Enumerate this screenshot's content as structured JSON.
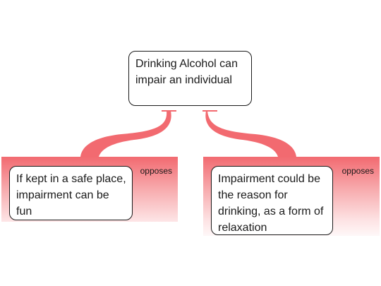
{
  "diagram": {
    "claim": {
      "text": "Drinking Alcohol can impair an individual"
    },
    "objections": [
      {
        "relation": "opposes",
        "text": "If kept in a safe place, impairment can be fun"
      },
      {
        "relation": "opposes",
        "text": "Impairment could be the reason for drinking, as a form of relaxation"
      }
    ],
    "colors": {
      "connector": "#f26a70",
      "panel_top": "#f26a70",
      "border": "#1a1a1a",
      "background": "#ffffff"
    }
  }
}
